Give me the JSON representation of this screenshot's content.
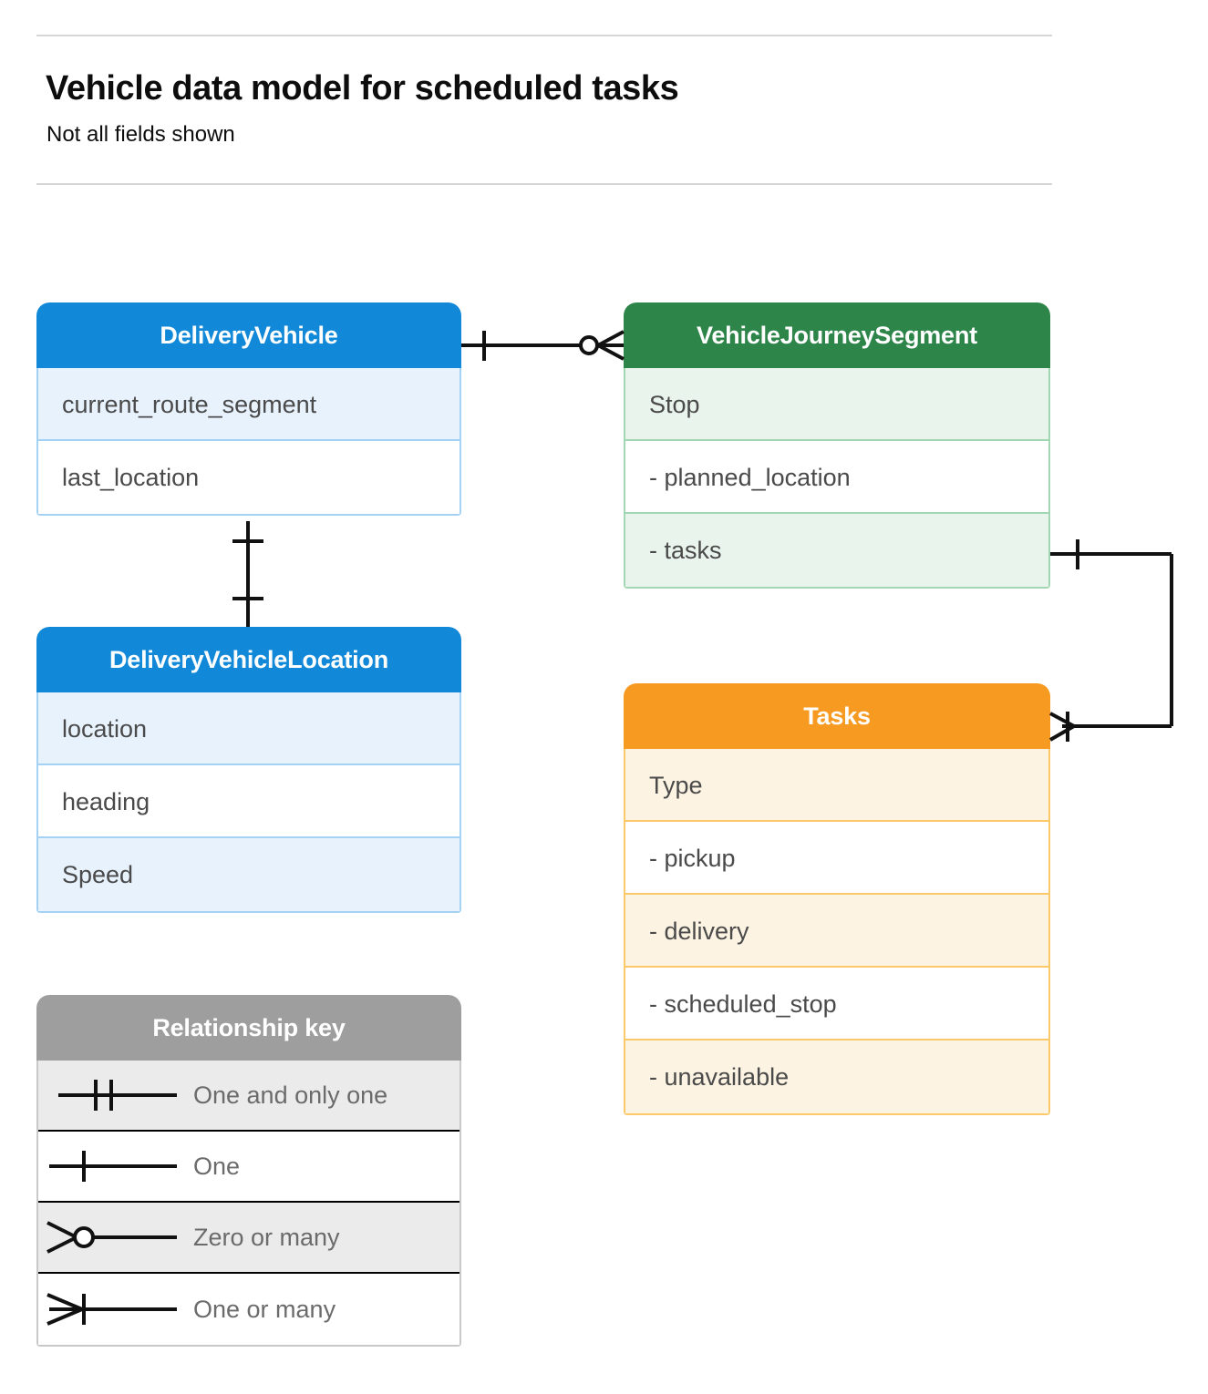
{
  "header": {
    "title": "Vehicle data model for scheduled tasks",
    "subtitle": "Not all fields shown"
  },
  "entities": [
    {
      "id": "delivery-vehicle",
      "name": "DeliveryVehicle",
      "color": "#1189d8",
      "rows": [
        "current_route_segment",
        "last_location"
      ]
    },
    {
      "id": "delivery-vehicle-location",
      "name": "DeliveryVehicleLocation",
      "color": "#1189d8",
      "rows": [
        "location",
        "heading",
        "Speed"
      ]
    },
    {
      "id": "vehicle-journey-segment",
      "name": "VehicleJourneySegment",
      "color": "#2e8549",
      "rows": [
        "Stop",
        "-  planned_location",
        "- tasks"
      ]
    },
    {
      "id": "tasks",
      "name": "Tasks",
      "color": "#f79a21",
      "rows": [
        "Type",
        "-  pickup",
        "-  delivery",
        "-  scheduled_stop",
        "-  unavailable"
      ]
    }
  ],
  "legend": {
    "title": "Relationship key",
    "color": "#9e9e9e",
    "items": [
      {
        "symbol": "one-and-only-one-icon",
        "label": "One and only one"
      },
      {
        "symbol": "one-icon",
        "label": "One"
      },
      {
        "symbol": "zero-or-many-icon",
        "label": "Zero or many"
      },
      {
        "symbol": "one-or-many-icon",
        "label": "One or many"
      }
    ]
  },
  "relationships": [
    {
      "id": "vehicle-to-journey-segment",
      "from": "DeliveryVehicle",
      "to": "VehicleJourneySegment",
      "from_cardinality": "One",
      "to_cardinality": "Zero or many"
    },
    {
      "id": "vehicle-to-location",
      "from": "DeliveryVehicle",
      "to": "DeliveryVehicleLocation",
      "from_cardinality": "One",
      "to_cardinality": "One"
    },
    {
      "id": "journey-segment-tasks-to-tasks",
      "from": "VehicleJourneySegment",
      "to": "Tasks",
      "from_cardinality": "One",
      "to_cardinality": "One or many"
    }
  ]
}
